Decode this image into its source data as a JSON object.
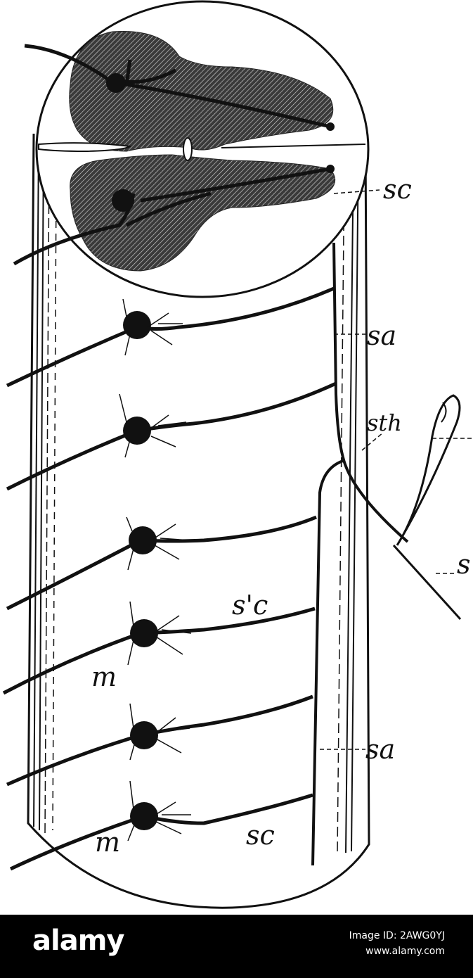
{
  "figure": {
    "labels": {
      "sc_top": "sc",
      "sa_upper": "sa",
      "sth": "sth",
      "s_right": "s",
      "s_c": "s'c",
      "m_upper": "m",
      "sa_lower": "sa",
      "m_lower": "m",
      "sc_bottom": "sc"
    }
  },
  "footer": {
    "brand": "alamy",
    "image_id": "Image ID: 2AWG0YJ",
    "site": "www.alamy.com"
  },
  "colors": {
    "ink": "#111111",
    "footer_bg": "#000000",
    "paper": "#ffffff"
  }
}
